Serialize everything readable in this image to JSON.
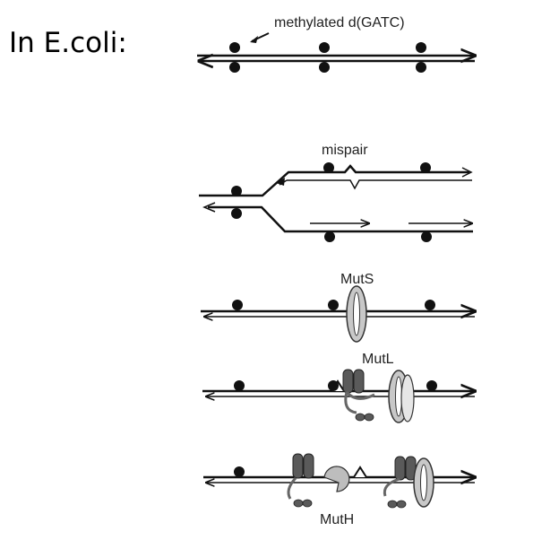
{
  "heading": "In E.coli:",
  "labels": {
    "methylation": "methylated d(GATC)",
    "mispair": "mispair",
    "muts": "MutS",
    "mutl": "MutL",
    "muth": "MutH"
  },
  "colors": {
    "strand": "#111111",
    "methyl_dot": "#111111",
    "muts": "#c8c8c8",
    "mutl": "#5a5a5a",
    "muth": "#bdbdbd"
  }
}
